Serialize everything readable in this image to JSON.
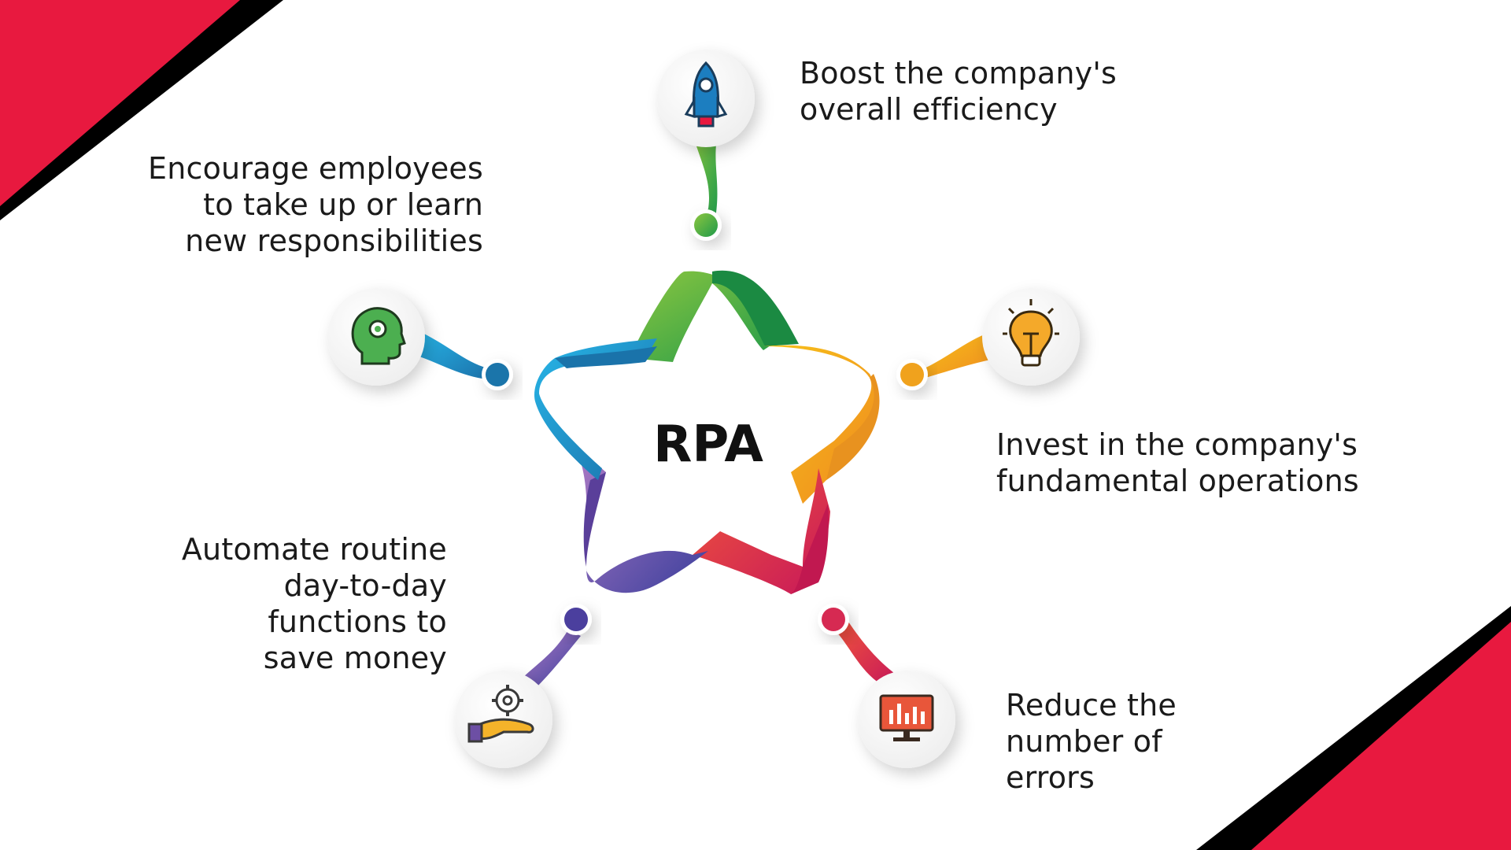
{
  "center": {
    "title": "RPA"
  },
  "colors": {
    "red": "#e8193f",
    "black": "#000000",
    "green": "#3aa64a",
    "yellow": "#f2ad1b",
    "crimson": "#d62a52",
    "purple": "#6d4fa4",
    "blue": "#1f8ecd"
  },
  "benefits": [
    {
      "id": "efficiency",
      "icon": "rocket-icon",
      "text": "Boost the company's\noverall efficiency"
    },
    {
      "id": "operations",
      "icon": "lightbulb-icon",
      "text": "Invest in the company's\nfundamental operations"
    },
    {
      "id": "errors",
      "icon": "monitor-chart-icon",
      "text": "Reduce the\nnumber of\nerrors"
    },
    {
      "id": "money",
      "icon": "hand-gear-icon",
      "text": "Automate routine\nday-to-day\nfunctions to\nsave money"
    },
    {
      "id": "employees",
      "icon": "head-gear-icon",
      "text": "Encourage employees\nto take up or learn\nnew responsibilities"
    }
  ]
}
